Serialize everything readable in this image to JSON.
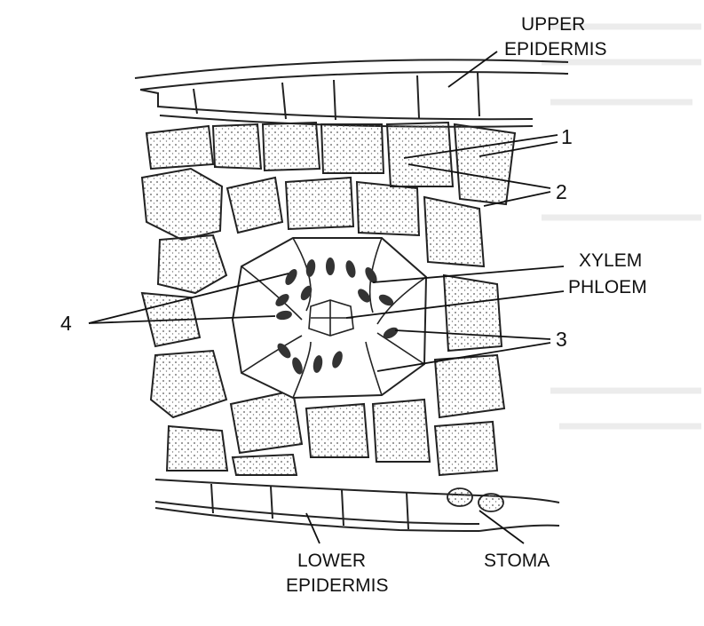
{
  "labels": {
    "upper_epidermis_line1": "UPPER",
    "upper_epidermis_line2": "EPIDERMIS",
    "num_1": "1",
    "num_2": "2",
    "xylem": "XYLEM",
    "phloem": "PHLOEM",
    "num_4": "4",
    "num_3": "3",
    "lower_epidermis_line1": "LOWER",
    "lower_epidermis_line2": "EPIDERMIS",
    "stoma": "STOMA"
  }
}
